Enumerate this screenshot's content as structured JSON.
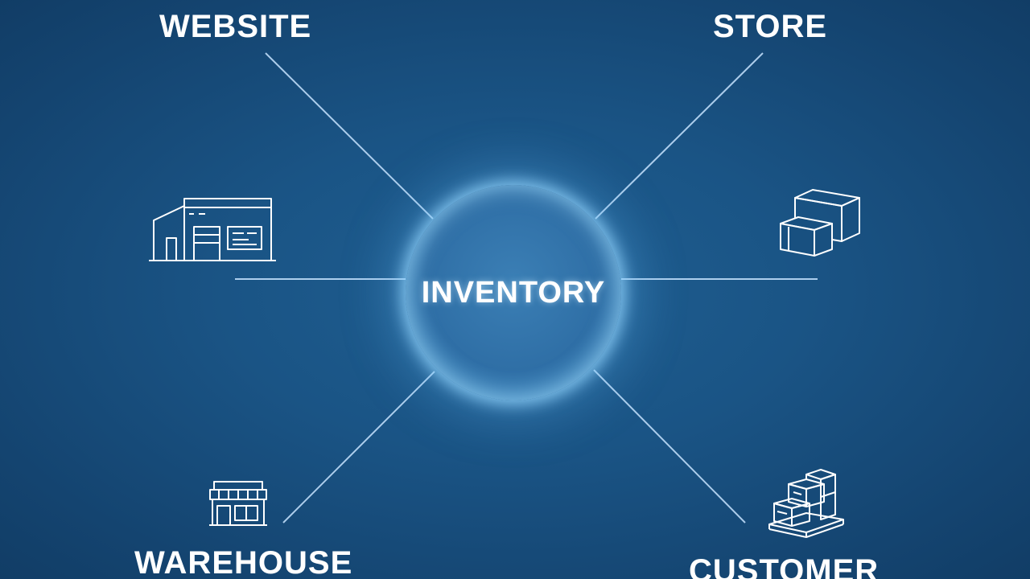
{
  "hub": {
    "label": "INVENTORY"
  },
  "nodes": {
    "website": {
      "label": "WEBSITE",
      "icon": "warehouse-building-icon"
    },
    "store": {
      "label": "STORE",
      "icon": "boxes-icon"
    },
    "warehouse": {
      "label": "WAREHOUSE",
      "icon": "storefront-icon"
    },
    "customer": {
      "label": "CUSTOMER",
      "icon": "pallet-boxes-icon"
    }
  },
  "colors": {
    "background": "#1a5485",
    "line": "#c8e4ff",
    "hub_glow": "#8fcaf0",
    "text": "#ffffff"
  }
}
